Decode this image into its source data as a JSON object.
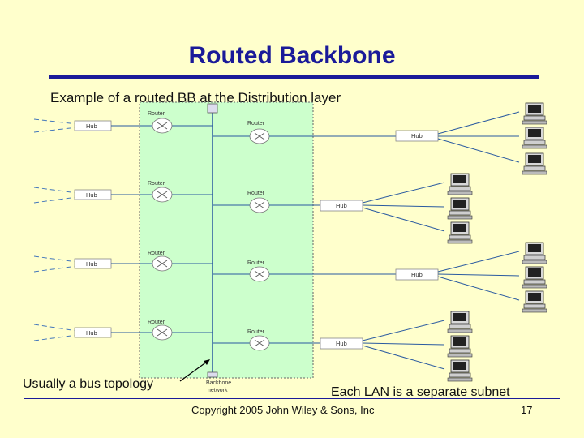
{
  "title": "Routed Backbone",
  "subtitle": "Example of a routed BB at the Distribution layer",
  "captions": {
    "left": "Usually a bus topology",
    "right": "Each LAN is a separate subnet"
  },
  "footer": {
    "copyright": "Copyright 2005 John Wiley & Sons, Inc",
    "page": "17"
  },
  "diagram": {
    "router_label": "Router",
    "hub_label": "Hub",
    "backbone_label_line1": "Backbone",
    "backbone_label_line2": "network",
    "colors": {
      "backbone_zone": "#ccffcc",
      "backbone_zone_border": "#666666",
      "line": "#2a5aa0",
      "dashed": "#4477bb",
      "hub_fill": "#ffffff",
      "hub_border": "#888888",
      "arrow": "#000000"
    }
  }
}
